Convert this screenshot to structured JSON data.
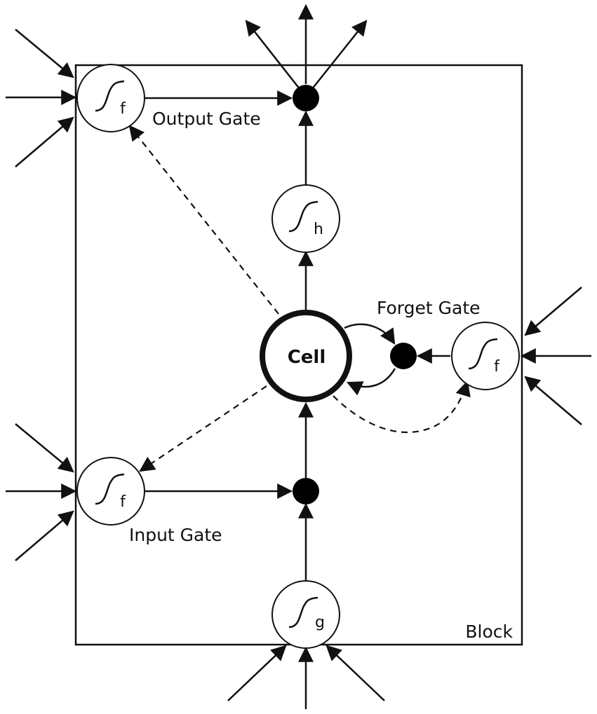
{
  "labels": {
    "block": "Block",
    "cell": "Cell",
    "output_gate": "Output Gate",
    "forget_gate": "Forget Gate",
    "input_gate": "Input Gate"
  },
  "units": {
    "output_gate_fn": "f",
    "forget_gate_fn": "f",
    "input_gate_fn": "f",
    "cell_output_fn": "h",
    "cell_input_fn": "g"
  }
}
